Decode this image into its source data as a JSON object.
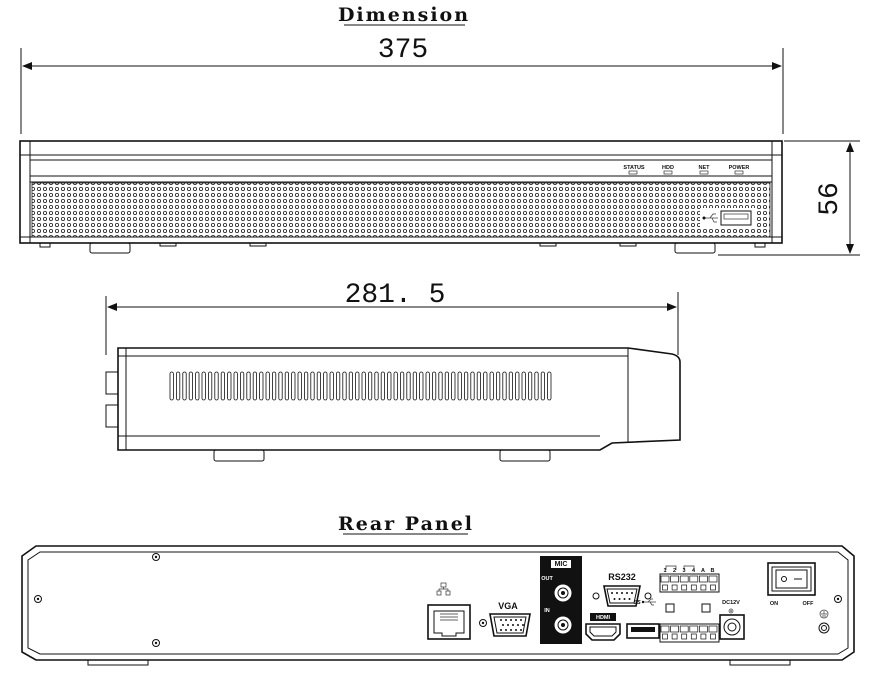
{
  "titles": {
    "dimension": "Dimension",
    "rear_panel": "Rear Panel"
  },
  "dimensions": {
    "width": "375",
    "height": "56",
    "depth": "281. 5"
  },
  "front_panel": {
    "led_labels": [
      "STATUS",
      "HDD",
      "NET",
      "POWER"
    ]
  },
  "rear_panel": {
    "mic_label": "MIC",
    "mic_out": "OUT",
    "mic_in": "IN",
    "vga_label": "VGA",
    "rs232_label": "RS232",
    "hdmi_label": "HDMI",
    "usb_label": "SS",
    "dc_label": "DC12V",
    "switch_on": "ON",
    "switch_off": "OFF",
    "terminal_top": [
      "1",
      "2",
      "3",
      "4",
      "A",
      "B"
    ]
  }
}
